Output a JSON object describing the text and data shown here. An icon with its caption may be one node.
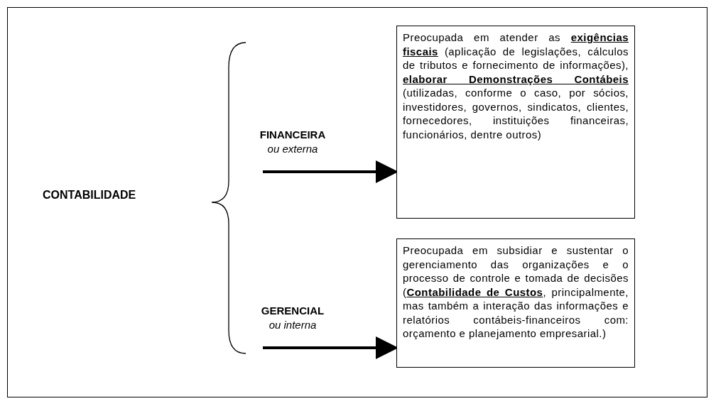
{
  "diagram": {
    "nodes": [
      {
        "text": [
          "CONTABILIDADE"
        ]
      },
      {
        "text": [
          "FINANCEIRA",
          "ou externa"
        ]
      },
      {
        "text": [
          "Preocupada em atender as **exigências fiscais** (aplicação de legislações, cálculos de tributos e fornecimento de informações), **elaborar Demonstrações Contábeis** (utilizadas, conforme o caso, por sócios, investidores, governos, sindicatos, clientes, fornecedores, instituições financeiras, funcionários, dentre outros)"
        ]
      },
      {
        "text": [
          "GERENCIAL",
          "ou interna"
        ]
      },
      {
        "text": [
          "Preocupada em subsidiar e sustentar o gerenciamento das organizações e o processo de controle e tomada de decisões (**Contabilidade de Custos**, principalmente, mas também a interação das informações e relatórios contábeis-financeiros com: orçamento e planejamento empresarial.)"
        ]
      }
    ],
    "edges": [
      {
        "from": 1,
        "to": 2,
        "arrow": "to"
      },
      {
        "from": 3,
        "to": 4,
        "arrow": "to"
      }
    ]
  }
}
